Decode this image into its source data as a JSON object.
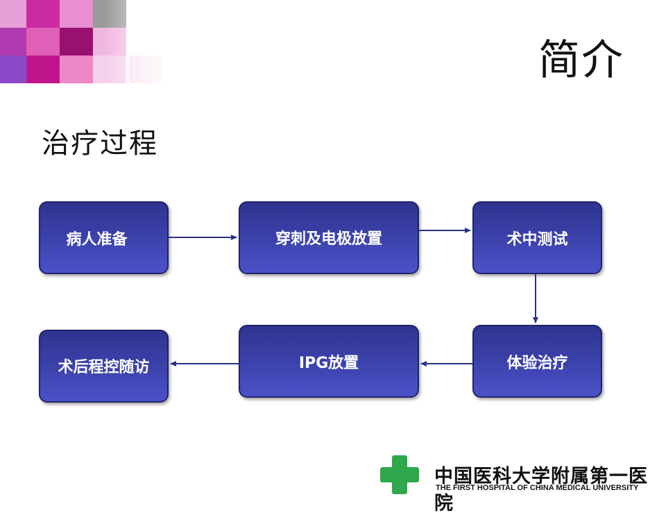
{
  "header": {
    "title": "简介"
  },
  "section": {
    "heading": "治疗过程"
  },
  "flow": {
    "steps": [
      "病人准备",
      "穿刺及电极放置",
      "术中测试",
      "体验治疗",
      "IPG放置",
      "术后程控随访"
    ]
  },
  "footer": {
    "name_cn": "中国医科大学附属第一医院",
    "name_en": "THE FIRST HOSPITAL OF CHINA MEDICAL UNIVERSITY"
  },
  "colors": {
    "box_fill": "#3a40a8",
    "box_border": "#1f2468",
    "arrow": "#2a2f86",
    "logo_green": "#2ea84a",
    "mosaic_magenta": "#c0148c"
  }
}
